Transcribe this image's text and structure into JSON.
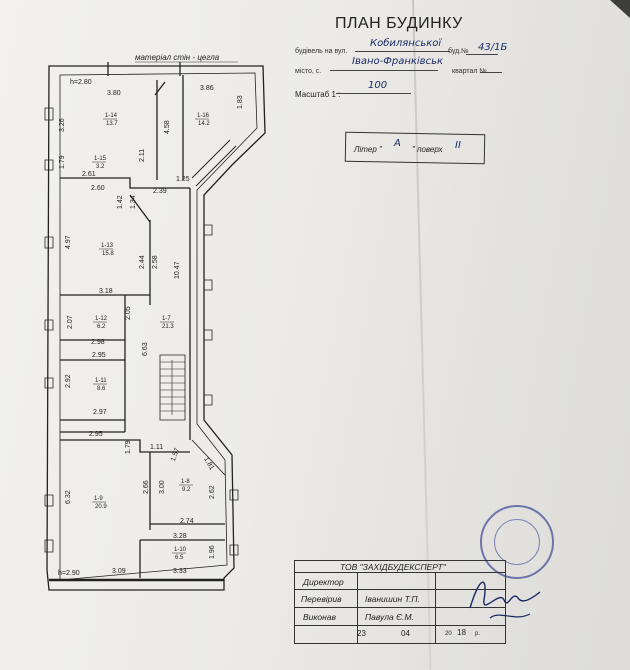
{
  "header": {
    "title": "ПЛАН БУДИНКУ",
    "wall_material_label": "матеріал стін - цегла",
    "street_label": "будівель на вул.",
    "street_value": "Кобилянської",
    "building_no_label": "буд.№",
    "building_no_value": "43/1Б",
    "city_label": "місто, с.",
    "city_value": "Івано-Франківськ",
    "quarter_label": "квартал №",
    "scale_label": "Масштаб 1 :",
    "scale_value": "100",
    "litera_label": "Літер \"",
    "litera_value": "А",
    "floor_label": "\" поверх",
    "floor_value": "ІІ"
  },
  "plan": {
    "h_top": "h=2.80",
    "h_bottom": "h=2.90",
    "dims": [
      "3.80",
      "3.86",
      "1.83",
      "3.26",
      "4.58",
      "1.79",
      "2.11",
      "2.61",
      "2.39",
      "1.25",
      "2.60",
      "1.42",
      "1.34",
      "4.97",
      "2.44",
      "2.58",
      "10.47",
      "3.18",
      "2.07",
      "2.05",
      "2.98",
      "6.63",
      "2.95",
      "2.92",
      "2.97",
      "2.95",
      "1.11",
      "1.79",
      "1.57",
      "1.81",
      "6.32",
      "2.66",
      "3.00",
      "2.62",
      "2.74",
      "3.28",
      "1.96",
      "3.09",
      "3.33"
    ],
    "rooms": [
      {
        "id": "1-14",
        "area": "13.7"
      },
      {
        "id": "1-16",
        "area": "14.2"
      },
      {
        "id": "1-15",
        "area": "3.2"
      },
      {
        "id": "1-13",
        "area": "15.8"
      },
      {
        "id": "1-12",
        "area": "6.2"
      },
      {
        "id": "1-7",
        "area": "21.3"
      },
      {
        "id": "1-11",
        "area": "8.6"
      },
      {
        "id": "1-9",
        "area": "20.9"
      },
      {
        "id": "1-8",
        "area": "9.2"
      },
      {
        "id": "1-10",
        "area": "6.5"
      }
    ]
  },
  "title_block": {
    "company": "ТОВ \"ЗАХІДБУДЕКСПЕРТ\"",
    "director_label": "Директор",
    "checked_label": "Перевірив",
    "checked_name": "Іванишин Т.П.",
    "performed_label": "Виконав",
    "performed_name": "Павула Є.М.",
    "day": "23",
    "month": "04",
    "year_prefix": "20",
    "year_suffix": "18",
    "year_unit": "р."
  },
  "colors": {
    "ink": "#222222",
    "handwriting": "#1b2a66",
    "stamp": "#3c4696"
  }
}
